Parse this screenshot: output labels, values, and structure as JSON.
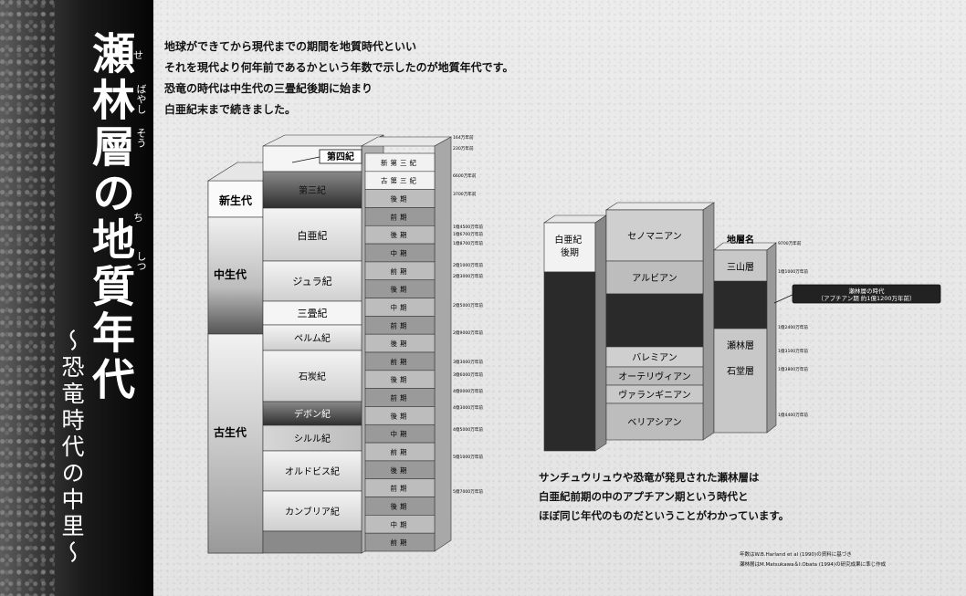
{
  "title": {
    "main": "瀬林層の地質年代",
    "sub": "〜恐竜時代の中里〜",
    "ruby": [
      "せ",
      "ばやし",
      "そう",
      "ち",
      "しつ"
    ]
  },
  "intro": {
    "lines": [
      "地球ができてから現代までの期間を地質時代といい",
      "それを現代より何年前であるかという年数で示したのが地質年代です。",
      "恐竜の時代は中生代の三畳紀後期に始まり",
      "白亜紀末まで続きました。"
    ]
  },
  "left_diagram": {
    "eras": [
      {
        "label": "新生代"
      },
      {
        "label": "中生代"
      },
      {
        "label": "古生代"
      }
    ],
    "periods": [
      {
        "label": "第四紀"
      },
      {
        "label": "第三紀"
      },
      {
        "label": "白亜紀"
      },
      {
        "label": "ジュラ紀"
      },
      {
        "label": "三畳紀"
      },
      {
        "label": "ペルム紀"
      },
      {
        "label": "石炭紀"
      },
      {
        "label": "デボン紀"
      },
      {
        "label": "シルル紀"
      },
      {
        "label": "オルドビス紀"
      },
      {
        "label": "カンブリア紀"
      }
    ],
    "epochs": [
      {
        "label": "新第三紀"
      },
      {
        "label": "古第三紀"
      },
      {
        "label": "後期"
      },
      {
        "label": "前期"
      },
      {
        "label": "後期"
      },
      {
        "label": "中期"
      },
      {
        "label": "前期"
      },
      {
        "label": "後期"
      },
      {
        "label": "中期"
      },
      {
        "label": "前期"
      },
      {
        "label": "後期"
      },
      {
        "label": "前期"
      },
      {
        "label": "後期"
      },
      {
        "label": "前期"
      },
      {
        "label": "後期"
      },
      {
        "label": "中期"
      },
      {
        "label": "前期"
      },
      {
        "label": "後期"
      },
      {
        "label": "前期"
      },
      {
        "label": "後期"
      },
      {
        "label": "中期"
      },
      {
        "label": "前期"
      }
    ],
    "ages": [
      "164万年前",
      "230万年前",
      "6600万年前",
      "3700万年前",
      "1億4500万年前",
      "1億6700万年前",
      "1億8700万年前",
      "2億1000万年前",
      "2億3000万年前",
      "2億5000万年前",
      "2億9000万年前",
      "3億3000万年前",
      "3億6000万年前",
      "4億0000万年前",
      "4億3000万年前",
      "4億5000万年前",
      "5億1000万年前",
      "5億7000万年前"
    ]
  },
  "right_diagram": {
    "left_label": "白亜紀後期",
    "stages": [
      {
        "label": "セノマニアン",
        "shade": "#cfcfcf"
      },
      {
        "label": "アルビアン",
        "shade": "#bdbdbd"
      },
      {
        "label": "",
        "shade": "#2a2a2a"
      },
      {
        "label": "バレミアン",
        "shade": "#cfcfcf"
      },
      {
        "label": "オーテリヴィアン",
        "shade": "#bbbbbb"
      },
      {
        "label": "ヴァランギニアン",
        "shade": "#c9c9c9"
      },
      {
        "label": "ベリアシアン",
        "shade": "#bdbdbd"
      }
    ],
    "column_header": "地層名",
    "formations": [
      {
        "label": "三山層"
      },
      {
        "label": "瀬林層"
      },
      {
        "label": "石堂層"
      }
    ],
    "callout": [
      "瀬林層の時代",
      "（アプチアン期 約1億1200万年前）"
    ],
    "ages": [
      "9700万年前",
      "1億1000万年前",
      "1億2400万年前",
      "1億3100万年前",
      "1億3800万年前",
      "1億4400万年前"
    ]
  },
  "note": {
    "lines": [
      "サンチュウリュウや恐竜が発見された瀬林層は",
      "白亜紀前期の中のアプチアン期という時代と",
      "ほぼ同じ年代のものだということがわかっています。"
    ]
  },
  "credits": [
    "年数はW.B.Harland et al (1990)の資料に基づき",
    "瀬林層はM.Matsukawa＆I.Obata (1994)の研究成果に準じ作成"
  ]
}
